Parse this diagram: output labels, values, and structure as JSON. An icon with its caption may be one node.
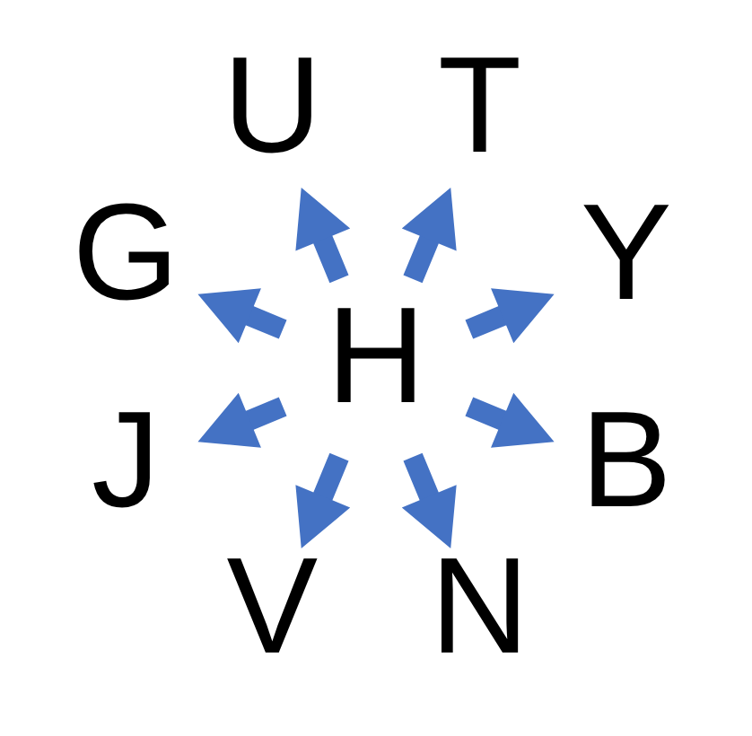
{
  "diagram": {
    "nodes": [
      {
        "text": [
          "Y"
        ]
      },
      {
        "text": [
          "T"
        ]
      },
      {
        "text": [
          "U"
        ]
      },
      {
        "text": [
          "G"
        ]
      },
      {
        "text": [
          "H"
        ]
      },
      {
        "text": [
          "J"
        ]
      },
      {
        "text": [
          "V"
        ]
      },
      {
        "text": [
          "N"
        ]
      },
      {
        "text": [
          "B"
        ]
      }
    ],
    "edges": [
      {
        "from": 4,
        "to": 0,
        "arrow": "to"
      },
      {
        "from": 4,
        "to": 2,
        "arrow": "to"
      },
      {
        "from": 4,
        "to": 5,
        "arrow": "to"
      },
      {
        "from": 4,
        "to": 7,
        "arrow": "to"
      },
      {
        "from": 4,
        "to": 8,
        "arrow": "to"
      },
      {
        "from": 4,
        "to": 6,
        "arrow": "to"
      },
      {
        "from": 4,
        "to": 3,
        "arrow": "to"
      },
      {
        "from": 4,
        "to": 1,
        "arrow": "to"
      }
    ]
  }
}
